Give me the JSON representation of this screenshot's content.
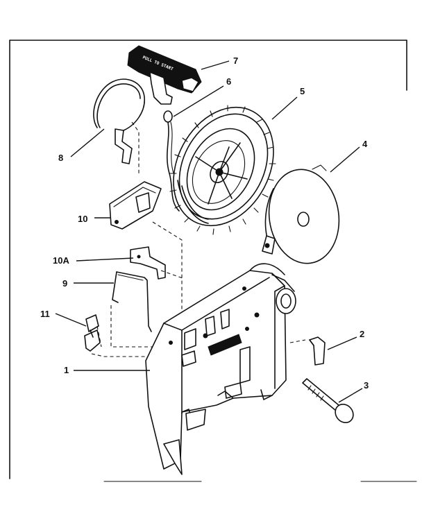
{
  "diagram": {
    "callouts": [
      {
        "id": "1",
        "label": "1"
      },
      {
        "id": "2",
        "label": "2"
      },
      {
        "id": "3",
        "label": "3"
      },
      {
        "id": "4",
        "label": "4"
      },
      {
        "id": "5",
        "label": "5"
      },
      {
        "id": "6",
        "label": "6"
      },
      {
        "id": "7",
        "label": "7"
      },
      {
        "id": "8",
        "label": "8"
      },
      {
        "id": "9",
        "label": "9"
      },
      {
        "id": "10",
        "label": "10"
      },
      {
        "id": "10a",
        "label": "10A"
      },
      {
        "id": "11",
        "label": "11"
      }
    ],
    "handle_text": "PULL TO START"
  }
}
